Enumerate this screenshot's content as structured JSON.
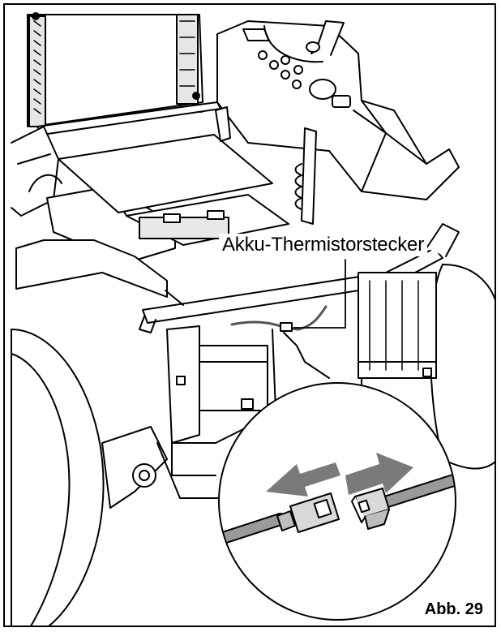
{
  "callout": {
    "label": "Akku-Thermistorstecker"
  },
  "caption": {
    "text": "Abb. 29"
  },
  "icons": {
    "detail_circle": "magnifier-detail-circle",
    "arrow_left": "arrow-left-icon",
    "arrow_right": "arrow-right-icon",
    "connector": "plug-connector-icon"
  },
  "colors": {
    "line": "#000000",
    "cable": "#8c8c8c",
    "arrow": "#7a7a7a",
    "background": "#ffffff"
  }
}
